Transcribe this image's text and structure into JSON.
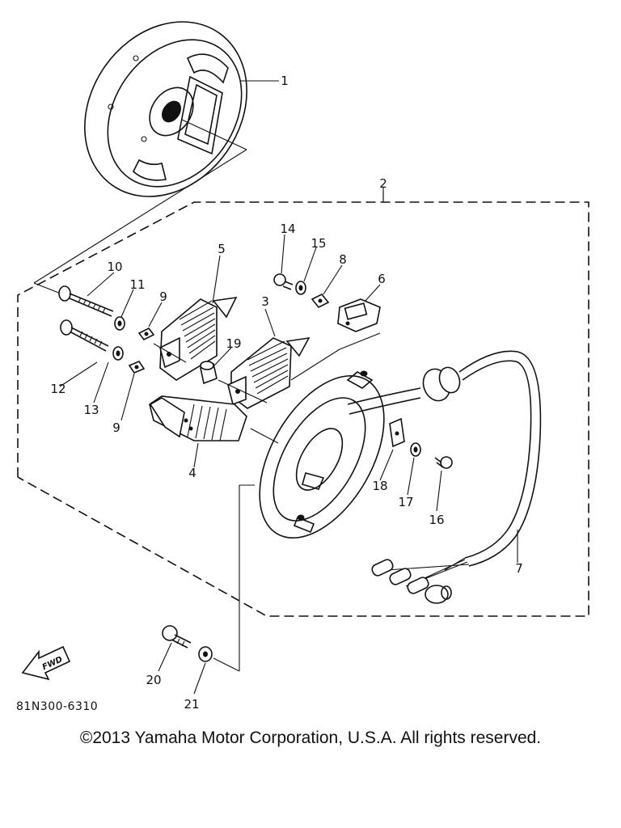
{
  "diagram": {
    "code": "81N300-6310",
    "copyright": "©2013 Yamaha Motor Corporation, U.S.A. All rights reserved.",
    "fwd_label": "FWD",
    "callouts": {
      "c1": "1",
      "c2": "2",
      "c3": "3",
      "c4": "4",
      "c5": "5",
      "c6": "6",
      "c7": "7",
      "c8": "8",
      "c9a": "9",
      "c9b": "9",
      "c10": "10",
      "c11": "11",
      "c12": "12",
      "c13": "13",
      "c14": "14",
      "c15": "15",
      "c16": "16",
      "c17": "17",
      "c18": "18",
      "c19": "19",
      "c20": "20",
      "c21": "21"
    }
  }
}
